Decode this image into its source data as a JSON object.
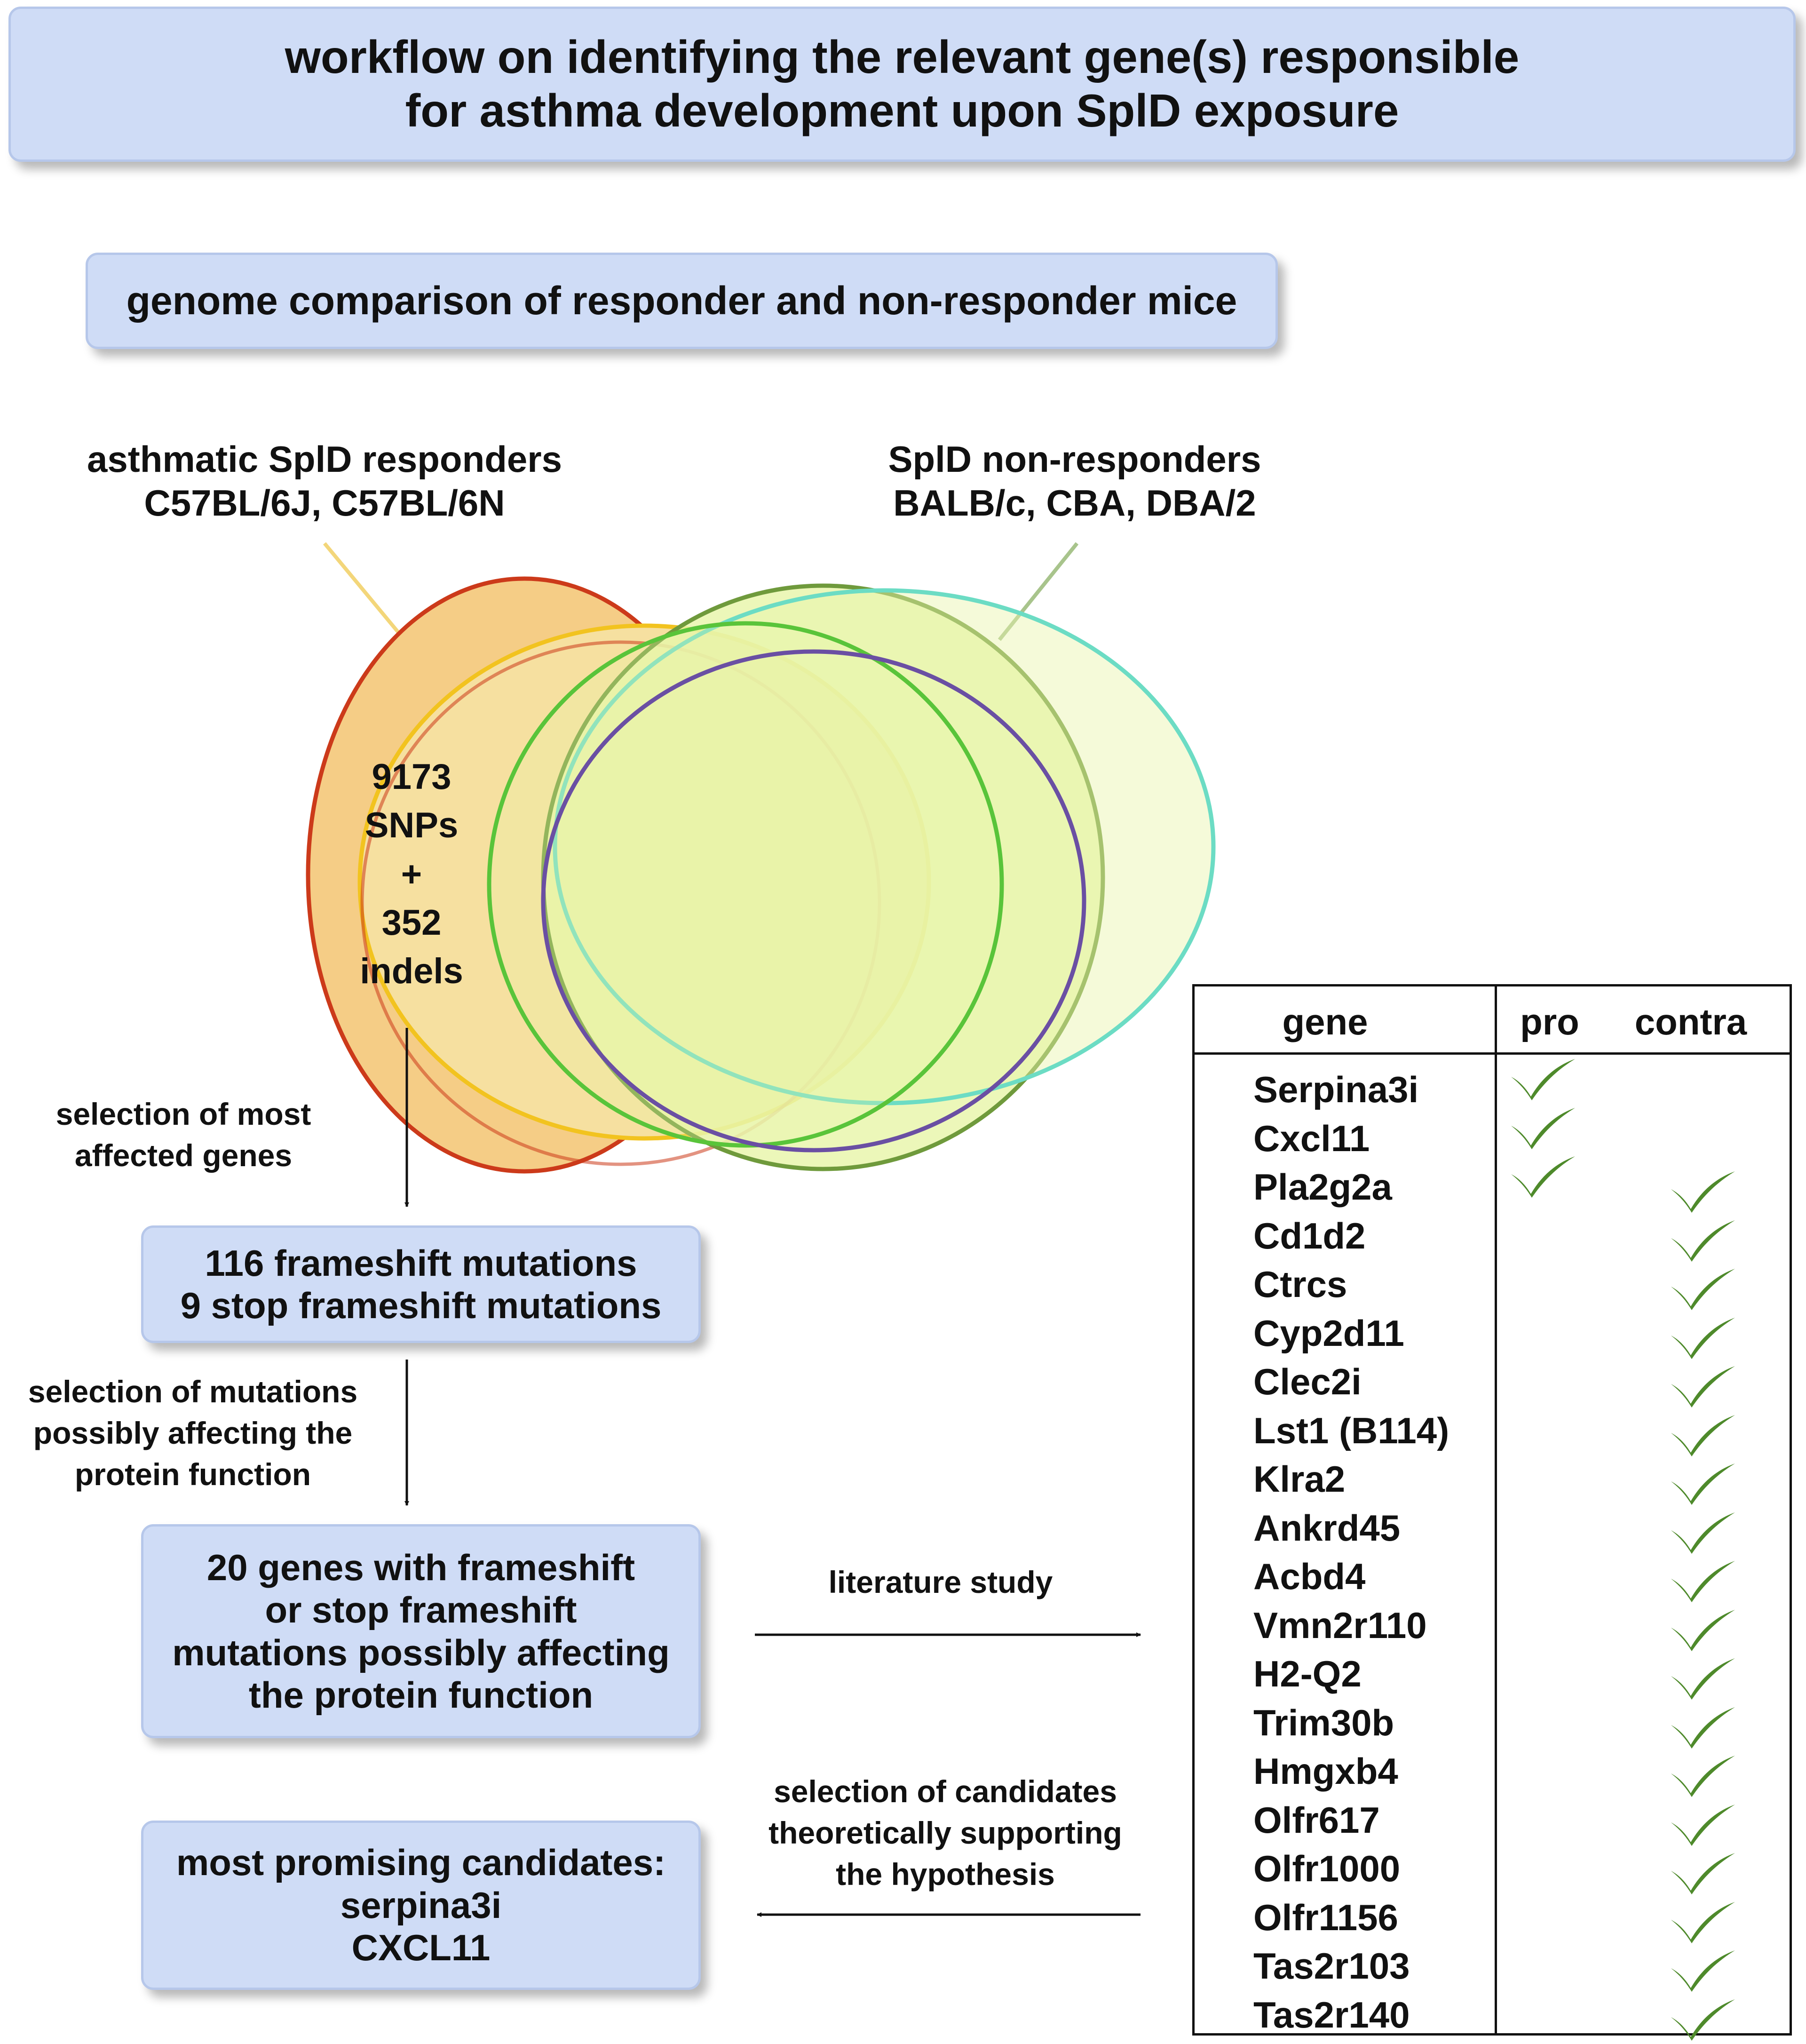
{
  "title": {
    "line1": "workflow on identifying the relevant gene(s) responsible",
    "line2": "for asthma development upon SplD exposure"
  },
  "genome_comparison": "genome comparison of responder and non-responder mice",
  "responders": {
    "line1": "asthmatic SplD responders",
    "line2": "C57BL/6J, C57BL/6N"
  },
  "non_responders": {
    "line1": "SplD non-responders",
    "line2": "BALB/c, CBA, DBA/2"
  },
  "venn_center": [
    "9173",
    "SNPs",
    "+",
    "352",
    "indels"
  ],
  "step_selection_genes": [
    "selection of most",
    "affected genes"
  ],
  "frameshift_box": [
    "116 frameshift mutations",
    "9 stop frameshift mutations"
  ],
  "step_selection_mutations": [
    "selection of mutations",
    "possibly affecting the",
    "protein function"
  ],
  "genes20_box": [
    "20 genes with frameshift",
    "or stop frameshift",
    "mutations possibly affecting",
    "the protein function"
  ],
  "step_literature": "literature study",
  "step_candidates": [
    "selection of candidates",
    "theoretically supporting",
    "the hypothesis"
  ],
  "candidates_box": [
    "most promising candidates:",
    "serpina3i",
    "CXCL11"
  ],
  "colors": {
    "box_fill": "#cfdcf6",
    "check": "#4e8a2b",
    "responder_outer": "#cc3a1a",
    "responder_inner": "#f2c31f",
    "nonresponder": "#6f9a3c",
    "teal": "#6cdcc4",
    "purple": "#6a4fa3"
  },
  "table": {
    "headers": {
      "gene": "gene",
      "pro": "pro",
      "contra": "contra"
    },
    "rows": [
      {
        "gene": "Serpina3i",
        "pro": true,
        "contra": false
      },
      {
        "gene": "Cxcl11",
        "pro": true,
        "contra": false
      },
      {
        "gene": "Pla2g2a",
        "pro": true,
        "contra": true
      },
      {
        "gene": "Cd1d2",
        "pro": false,
        "contra": true
      },
      {
        "gene": "Ctrcs",
        "pro": false,
        "contra": true
      },
      {
        "gene": "Cyp2d11",
        "pro": false,
        "contra": true
      },
      {
        "gene": "Clec2i",
        "pro": false,
        "contra": true
      },
      {
        "gene": "Lst1 (B114)",
        "pro": false,
        "contra": true
      },
      {
        "gene": "Klra2",
        "pro": false,
        "contra": true
      },
      {
        "gene": "Ankrd45",
        "pro": false,
        "contra": true
      },
      {
        "gene": "Acbd4",
        "pro": false,
        "contra": true
      },
      {
        "gene": "Vmn2r110",
        "pro": false,
        "contra": true
      },
      {
        "gene": "H2-Q2",
        "pro": false,
        "contra": true
      },
      {
        "gene": "Trim30b",
        "pro": false,
        "contra": true
      },
      {
        "gene": "Hmgxb4",
        "pro": false,
        "contra": true
      },
      {
        "gene": "Olfr617",
        "pro": false,
        "contra": true
      },
      {
        "gene": "Olfr1000",
        "pro": false,
        "contra": true
      },
      {
        "gene": "Olfr1156",
        "pro": false,
        "contra": true
      },
      {
        "gene": "Tas2r103",
        "pro": false,
        "contra": true
      },
      {
        "gene": "Tas2r140",
        "pro": false,
        "contra": true
      }
    ]
  }
}
